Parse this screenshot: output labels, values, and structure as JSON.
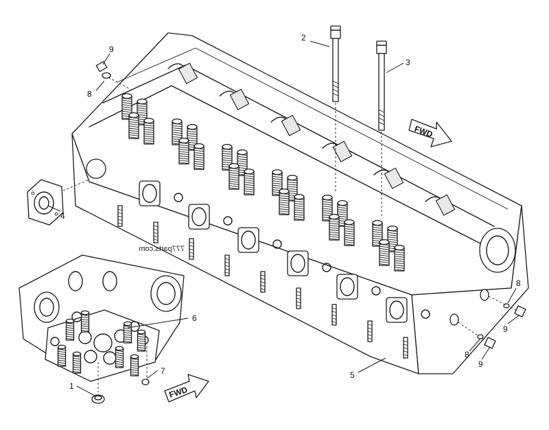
{
  "watermark": "777parts.com",
  "fwd_label": "FWD",
  "callouts": [
    {
      "id": "c1",
      "label": "1"
    },
    {
      "id": "c2",
      "label": "2"
    },
    {
      "id": "c3",
      "label": "3"
    },
    {
      "id": "c4",
      "label": "4"
    },
    {
      "id": "c5",
      "label": "5"
    },
    {
      "id": "c6",
      "label": "6"
    },
    {
      "id": "c7",
      "label": "7"
    },
    {
      "id": "c8a",
      "label": "8"
    },
    {
      "id": "c8b",
      "label": "8"
    },
    {
      "id": "c8c",
      "label": "8"
    },
    {
      "id": "c9a",
      "label": "9"
    },
    {
      "id": "c9b",
      "label": "9"
    },
    {
      "id": "c9c",
      "label": "9"
    }
  ]
}
